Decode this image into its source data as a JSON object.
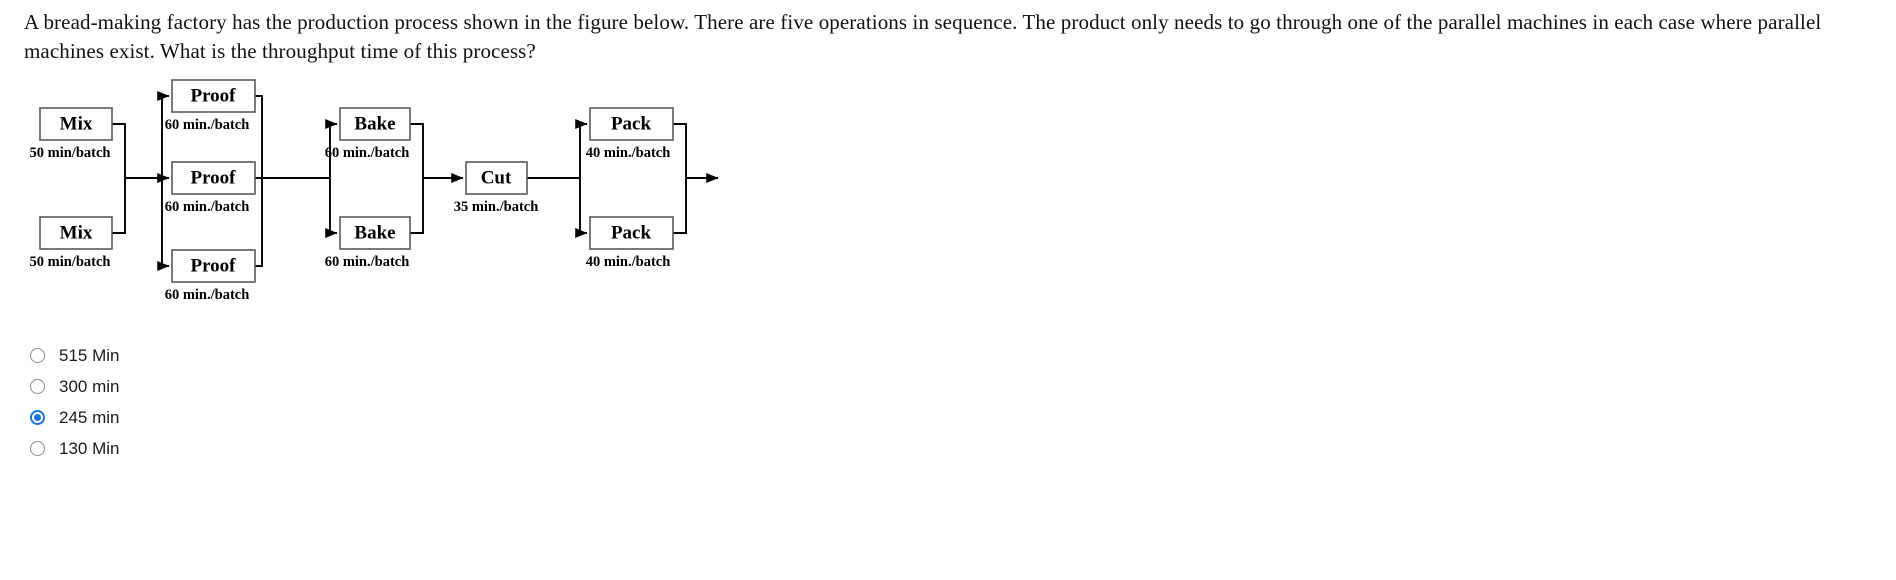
{
  "question": {
    "text": "A bread-making factory has the production process shown in the figure below. There are five operations in sequence. The product only needs to go through one of the parallel machines in each case where parallel machines exist. What is the throughput time of this process?"
  },
  "diagram": {
    "stages": [
      {
        "name": "mix",
        "nodes": [
          {
            "label": "Mix",
            "rate": "50 min/batch"
          },
          {
            "label": "Mix",
            "rate": "50 min/batch"
          }
        ]
      },
      {
        "name": "proof",
        "nodes": [
          {
            "label": "Proof",
            "rate": "60 min./batch"
          },
          {
            "label": "Proof",
            "rate": "60 min./batch"
          },
          {
            "label": "Proof",
            "rate": "60 min./batch"
          }
        ]
      },
      {
        "name": "bake",
        "nodes": [
          {
            "label": "Bake",
            "rate": "60 min./batch"
          },
          {
            "label": "Bake",
            "rate": "60 min./batch"
          }
        ]
      },
      {
        "name": "cut",
        "nodes": [
          {
            "label": "Cut",
            "rate": "35 min./batch"
          }
        ]
      },
      {
        "name": "pack",
        "nodes": [
          {
            "label": "Pack",
            "rate": "40 min./batch"
          },
          {
            "label": "Pack",
            "rate": "40 min./batch"
          }
        ]
      }
    ]
  },
  "options": [
    {
      "label": "515 Min",
      "selected": false
    },
    {
      "label": "300 min",
      "selected": false
    },
    {
      "label": "245 min",
      "selected": true
    },
    {
      "label": "130 Min",
      "selected": false
    }
  ],
  "colors": {
    "accent": "#1a73e8",
    "box_border": "#595959",
    "line": "#000000",
    "text": "#000000"
  }
}
